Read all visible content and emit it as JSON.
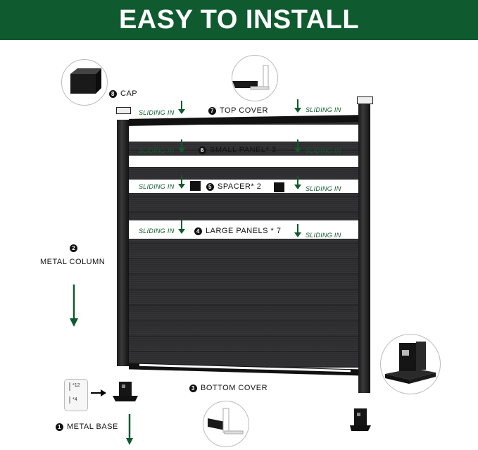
{
  "header": {
    "title": "EASY TO INSTALL"
  },
  "colors": {
    "brand_green": "#0f5a2f",
    "panel": "#2b2b2d"
  },
  "steps": {
    "cap": {
      "num": "8",
      "label": "CAP"
    },
    "top_cover": {
      "num": "7",
      "label": "TOP COVER"
    },
    "small_panel": {
      "num": "6",
      "label": "SMALL PANEL* 3"
    },
    "spacer": {
      "num": "5",
      "label": "SPACER* 2"
    },
    "large_panels": {
      "num": "4",
      "label": "LARGE PANELS * 7"
    },
    "metal_column": {
      "num": "2",
      "label": "METAL COLUMN"
    },
    "bottom_cover": {
      "num": "3",
      "label": "BOTTOM COVER"
    },
    "metal_base": {
      "num": "1",
      "label": "METAL BASE"
    }
  },
  "sliding_text": "SLIDING IN",
  "screws": {
    "long": "*12",
    "short": "*4"
  }
}
